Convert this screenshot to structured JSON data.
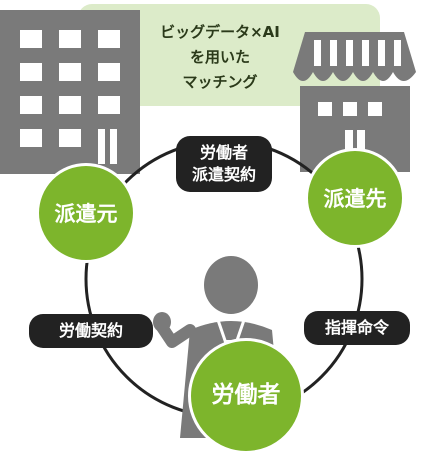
{
  "banner": {
    "line1": "ビッグデータ×AI",
    "line2": "を用いた",
    "line3": "マッチング"
  },
  "contracts": {
    "top_line1": "労働者",
    "top_line2": "派遣契約",
    "left": "労働契約",
    "right": "指揮命令"
  },
  "nodes": {
    "dispatcher": "派遣元",
    "client": "派遣先",
    "worker": "労働者"
  },
  "colors": {
    "accent_green": "#7db52c",
    "banner_green": "#dcebc9",
    "building_gray": "#7a7a7a",
    "pill_black": "#222222"
  },
  "icons": [
    "office-building-icon",
    "shop-building-icon",
    "person-icon"
  ]
}
